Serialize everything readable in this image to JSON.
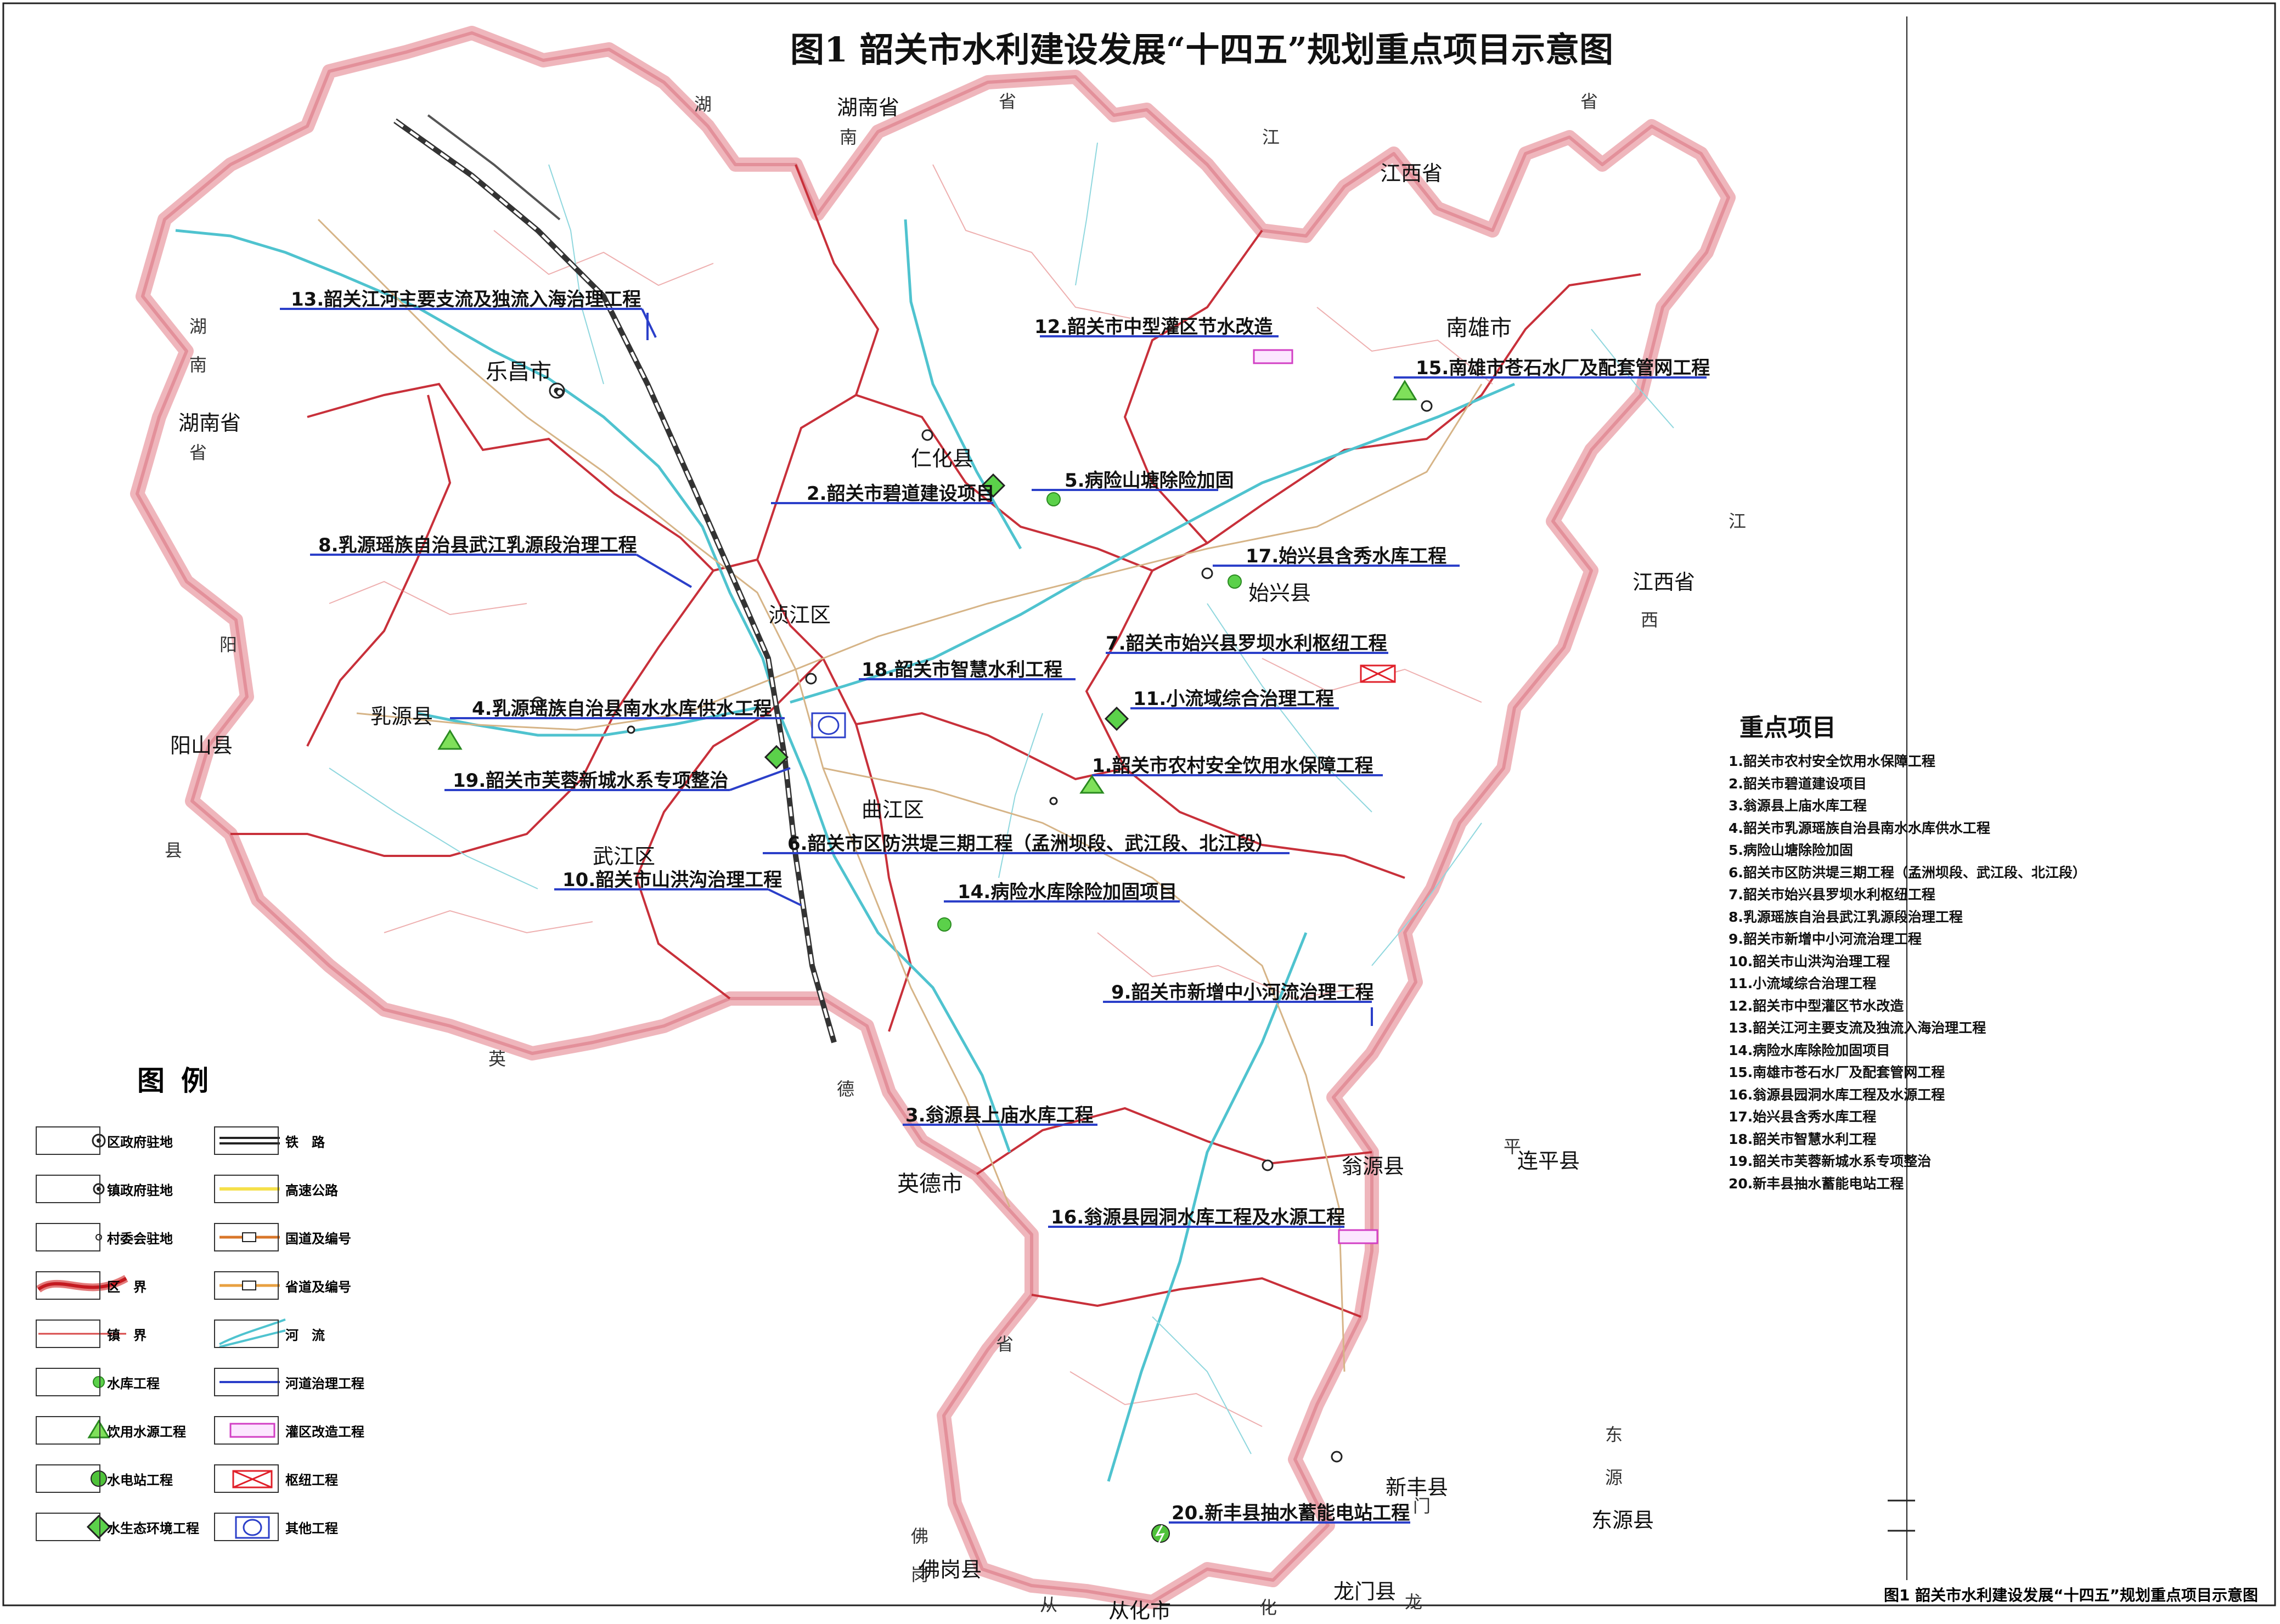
{
  "title": "图1 韶关市水利建设发展“十四五”规划重点项目示意图",
  "footer_caption": "图1  韶关市水利建设发展“十四五”规划重点项目示意图",
  "provinces": {
    "hunan_top": "湖南省",
    "hunan_left": "湖南省",
    "jiangxi_top": "江西省",
    "jiangxi_right": "江西省"
  },
  "province_chars": [
    "湖",
    "南",
    "省",
    "江",
    "省",
    "湖",
    "南",
    "省",
    "阳",
    "县",
    "英",
    "德",
    "省",
    "江",
    "西",
    "东",
    "源",
    "佛",
    "岗",
    "从",
    "化",
    "龙",
    "门",
    "平"
  ],
  "places": {
    "lechang": "乐昌市",
    "renhua": "仁化县",
    "nanxiong": "南雄市",
    "shixing": "始兴县",
    "zhenjiang": "浈江区",
    "ruyuan": "乳源县",
    "qujiang": "曲江区",
    "wujiang": "武江区",
    "yangshan": "阳山县",
    "yingde": "英德市",
    "wengyuan": "翁源县",
    "lianping": "连平县",
    "xinfeng": "新丰县",
    "dongyuan": "东源县",
    "fogang": "佛岗县",
    "conghua": "从化市",
    "longmen": "龙门县"
  },
  "projects": [
    {
      "id": "p1",
      "label": "1.韶关市农村安全饮用水保障工程"
    },
    {
      "id": "p2",
      "label": "2.韶关市碧道建设项目"
    },
    {
      "id": "p3",
      "label": "3.翁源县上庙水库工程"
    },
    {
      "id": "p4",
      "label": "4.乳源瑶族自治县南水水库供水工程"
    },
    {
      "id": "p5",
      "label": "5.病险山塘除险加固"
    },
    {
      "id": "p6",
      "label": "6.韶关市区防洪堤三期工程（孟洲坝段、武江段、北江段）"
    },
    {
      "id": "p7",
      "label": "7.韶关市始兴县罗坝水利枢纽工程"
    },
    {
      "id": "p8",
      "label": "8.乳源瑶族自治县武江乳源段治理工程"
    },
    {
      "id": "p9",
      "label": "9.韶关市新增中小河流治理工程"
    },
    {
      "id": "p10",
      "label": "10.韶关市山洪沟治理工程"
    },
    {
      "id": "p11",
      "label": "11.小流域综合治理工程"
    },
    {
      "id": "p12",
      "label": "12.韶关市中型灌区节水改造"
    },
    {
      "id": "p13",
      "label": "13.韶关江河主要支流及独流入海治理工程"
    },
    {
      "id": "p14",
      "label": "14.病险水库除险加固项目"
    },
    {
      "id": "p15",
      "label": "15.南雄市苍石水厂及配套管网工程"
    },
    {
      "id": "p16",
      "label": "16.翁源县园洞水库工程及水源工程"
    },
    {
      "id": "p17",
      "label": "17.始兴县含秀水库工程"
    },
    {
      "id": "p18",
      "label": "18.韶关市智慧水利工程"
    },
    {
      "id": "p19",
      "label": "19.韶关市芙蓉新城水系专项整治"
    },
    {
      "id": "p20",
      "label": "20.新丰县抽水蓄能电站工程"
    }
  ],
  "key_panel": {
    "title": "重点项目",
    "items": [
      "1.韶关市农村安全饮用水保障工程",
      "2.韶关市碧道建设项目",
      "3.翁源县上庙水库工程",
      "4.韶关市乳源瑶族自治县南水水库供水工程",
      "5.病险山塘除险加固",
      "6.韶关市区防洪堤三期工程（孟洲坝段、武江段、北江段）",
      "7.韶关市始兴县罗坝水利枢纽工程",
      "8.乳源瑶族自治县武江乳源段治理工程",
      "9.韶关市新增中小河流治理工程",
      "10.韶关市山洪沟治理工程",
      "11.小流域综合治理工程",
      "12.韶关市中型灌区节水改造",
      "13.韶关江河主要支流及独流入海治理工程",
      "14.病险水库除险加固项目",
      "15.南雄市苍石水厂及配套管网工程",
      "16.翁源县园洞水库工程及水源工程",
      "17.始兴县含秀水库工程",
      "18.韶关市智慧水利工程",
      "19.韶关市芙蓉新城水系专项整治",
      "20.新丰县抽水蓄能电站工程"
    ]
  },
  "legend": {
    "title": "图例",
    "items": [
      {
        "icon": "district-seat-icon",
        "label": "区政府驻地"
      },
      {
        "icon": "railway-icon",
        "label": "铁　路"
      },
      {
        "icon": "town-seat-icon",
        "label": "镇政府驻地"
      },
      {
        "icon": "expressway-icon",
        "label": "高速公路"
      },
      {
        "icon": "village-seat-icon",
        "label": "村委会驻地"
      },
      {
        "icon": "national-road-icon",
        "label": "国道及编号"
      },
      {
        "icon": "district-boundary-icon",
        "label": "区　界"
      },
      {
        "icon": "provincial-road-icon",
        "label": "省道及编号"
      },
      {
        "icon": "town-boundary-icon",
        "label": "镇　界"
      },
      {
        "icon": "river-icon",
        "label": "河　流"
      },
      {
        "icon": "reservoir-icon",
        "label": "水库工程"
      },
      {
        "icon": "river-regulation-icon",
        "label": "河道治理工程"
      },
      {
        "icon": "drinking-water-icon",
        "label": "饮用水源工程"
      },
      {
        "icon": "irrigation-icon",
        "label": "灌区改造工程"
      },
      {
        "icon": "hydropower-icon",
        "label": "水电站工程"
      },
      {
        "icon": "hub-icon",
        "label": "枢纽工程"
      },
      {
        "icon": "eco-environment-icon",
        "label": "水生态环境工程"
      },
      {
        "icon": "other-project-icon",
        "label": "其他工程"
      }
    ]
  },
  "colors": {
    "boundary_outer": "#e8a0a6",
    "district_boundary": "#c8303a",
    "river": "#3bb8c4",
    "road": "#d4b486",
    "project_line": "#1f2fb5",
    "reservoir": "#4fc23a",
    "hub": "#e0202a",
    "irrigation": "#e040c8"
  }
}
